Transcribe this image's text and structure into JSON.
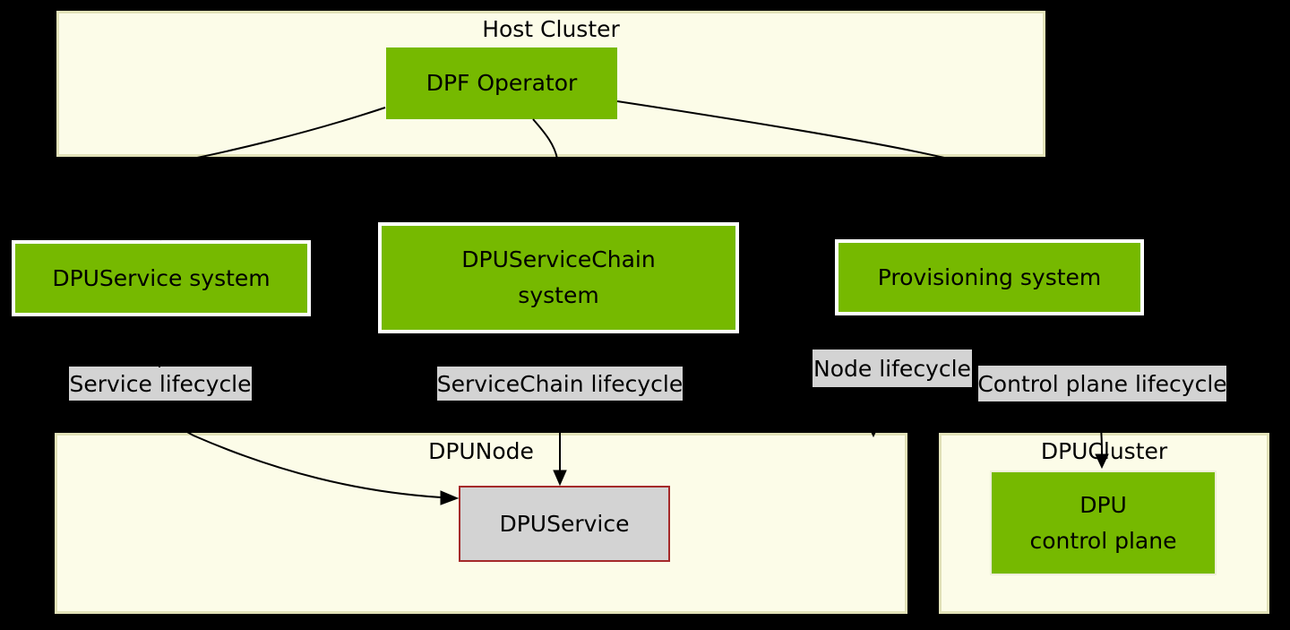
{
  "colors": {
    "background": "#000000",
    "cluster_fill": "#fcfce8",
    "cluster_border": "#e2e2b8",
    "node_green": "#76b900",
    "node_border_white": "#ffffff",
    "gray_fill": "#d3d3d3",
    "dpu_service_border": "#a52a2a",
    "edge_color": "#000000",
    "text_color": "#000000"
  },
  "clusters": {
    "host_cluster": {
      "title": "Host Cluster"
    },
    "dpu_node": {
      "title": "DPUNode"
    },
    "dpu_cluster": {
      "title": "DPUCluster"
    }
  },
  "nodes": {
    "dpf_operator": {
      "label": "DPF Operator"
    },
    "dpu_service_system": {
      "label": "DPUService system"
    },
    "dpu_service_chain_system": {
      "line1": "DPUServiceChain",
      "line2": "system"
    },
    "provisioning_system": {
      "label": "Provisioning system"
    },
    "dpu_service": {
      "label": "DPUService"
    },
    "dpu_control_plane": {
      "line1": "DPU",
      "line2": "control plane"
    }
  },
  "edge_labels": {
    "service_lifecycle": {
      "text": "Service lifecycle"
    },
    "servicechain_lifecycle": {
      "text": "ServiceChain lifecycle"
    },
    "node_lifecycle": {
      "text": "Node lifecycle"
    },
    "control_plane_lifecycle": {
      "text": "Control plane lifecycle"
    }
  }
}
